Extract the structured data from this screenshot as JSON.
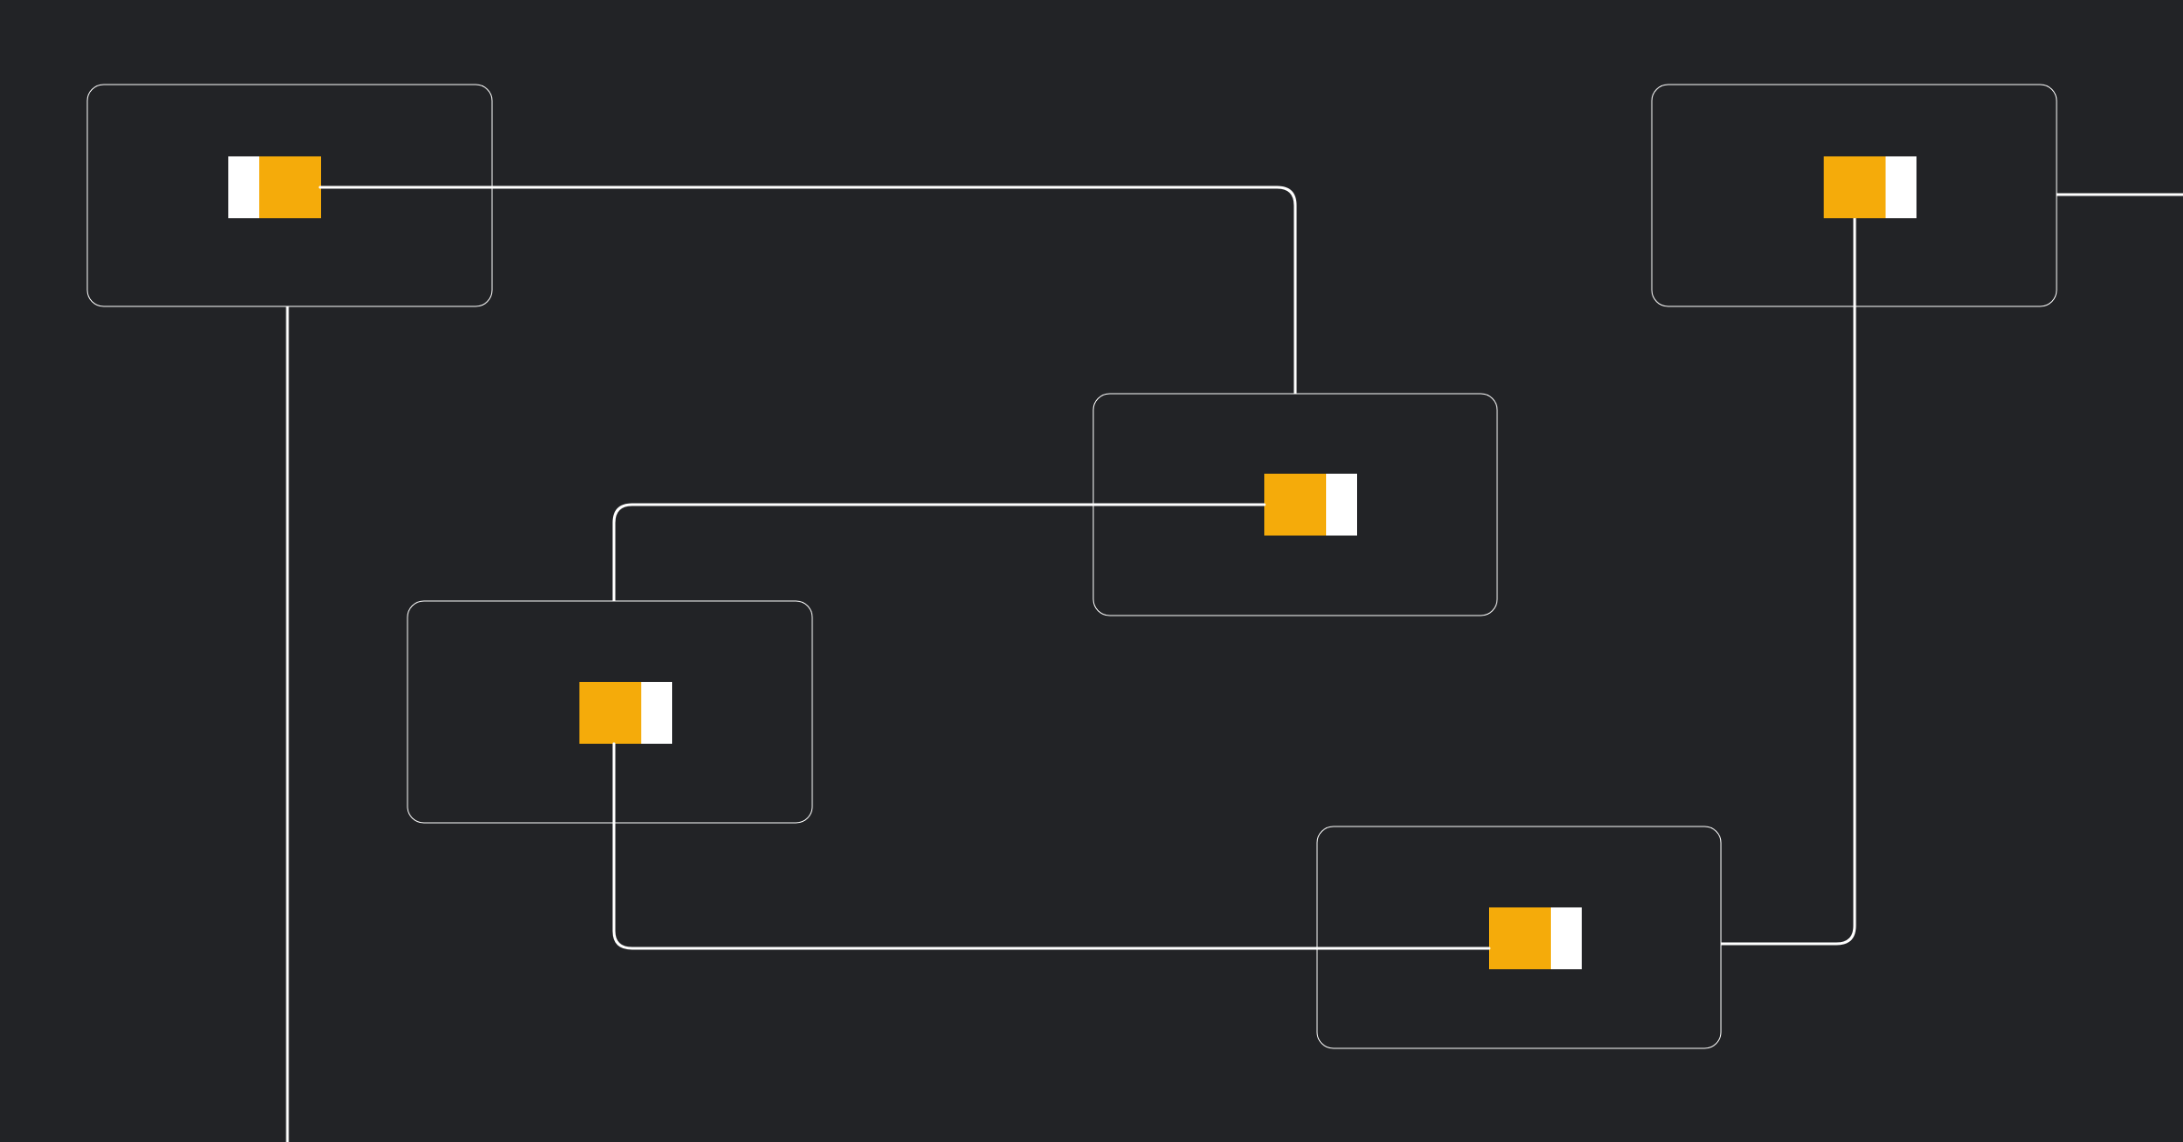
{
  "canvas": {
    "background": "#222326",
    "stroke_color": "#ffffff",
    "accent_color": "#f5ab0a",
    "secondary_color": "#ffffff"
  },
  "nodes": [
    {
      "id": "node-1",
      "icon": "toggle-block-icon",
      "swatch_order": [
        "secondary",
        "accent"
      ]
    },
    {
      "id": "node-2",
      "icon": "toggle-block-icon",
      "swatch_order": [
        "accent",
        "secondary"
      ]
    },
    {
      "id": "node-3",
      "icon": "toggle-block-icon",
      "swatch_order": [
        "accent",
        "secondary"
      ]
    },
    {
      "id": "node-4",
      "icon": "toggle-block-icon",
      "swatch_order": [
        "accent",
        "secondary"
      ]
    },
    {
      "id": "node-5",
      "icon": "toggle-block-icon",
      "swatch_order": [
        "accent",
        "secondary"
      ]
    }
  ],
  "connections": [
    {
      "id": "conn-1",
      "from": "node-1",
      "to": "node-2"
    },
    {
      "id": "conn-2",
      "from": "node-2",
      "to": "node-3"
    },
    {
      "id": "conn-3",
      "from": "node-3",
      "to": "node-4"
    },
    {
      "id": "conn-4",
      "from": "node-4",
      "to": "node-5"
    },
    {
      "id": "conn-5",
      "from": "node-1",
      "to": "offscreen-bottom"
    },
    {
      "id": "conn-6",
      "from": "node-5",
      "to": "offscreen-right"
    }
  ]
}
